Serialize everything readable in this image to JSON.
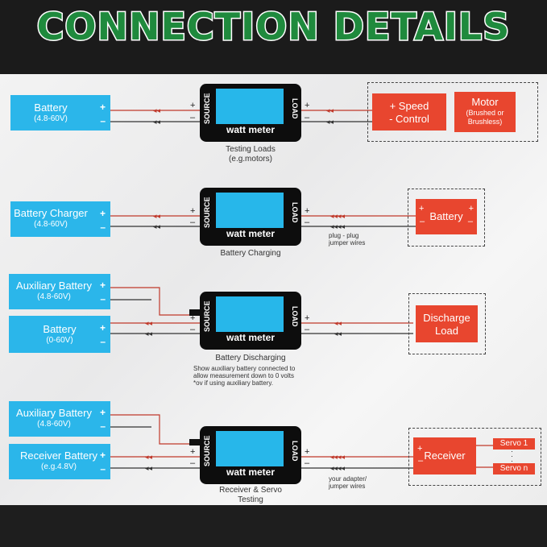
{
  "title": "CONNECTION DETAILS",
  "meter": {
    "screen_label": "watt meter",
    "source_label": "SOURCE",
    "load_label": "LOAD"
  },
  "plus": "+",
  "minus": "–",
  "section1": {
    "battery": {
      "label": "Battery",
      "sub": "(4.8-60V)"
    },
    "caption_1": "Testing Loads",
    "caption_2": "(e.g.motors)",
    "esc": {
      "line1": "+ Speed",
      "line2": "- Control"
    },
    "motor": {
      "line1": "Motor",
      "line2": "(Brushed or",
      "line3": "Brushless)"
    }
  },
  "section2": {
    "charger": {
      "label": "Battery Charger",
      "sub": "(4.8-60V)"
    },
    "caption": "Battery Charging",
    "note_1": "plug - plug",
    "note_2": "jumper wires",
    "battery": {
      "label": "Battery"
    }
  },
  "section3": {
    "aux": {
      "label": "Auxiliary Battery",
      "sub": "(4.8-60V)"
    },
    "battery": {
      "label": "Battery",
      "sub": "(0-60V)"
    },
    "caption": "Battery Discharging",
    "desc_1": "Show auxiliary battery connected to",
    "desc_2": "allow measurement down to 0 volts",
    "desc_3": "*ov if using auxiliary battery.",
    "load": {
      "line1": "Discharge",
      "line2": "Load"
    }
  },
  "section4": {
    "aux": {
      "label": "Auxiliary Battery",
      "sub": "(4.8-60V)"
    },
    "receiver_battery": {
      "label": "Receiver Battery",
      "sub": "(e.g.4.8V)"
    },
    "caption_1": "Receiver & Servo",
    "caption_2": "Testing",
    "note_1": "your adapter/",
    "note_2": "jumper wires",
    "receiver": {
      "label": "Receiver"
    },
    "servo1": "Servo 1",
    "servon": "Servo n"
  },
  "colors": {
    "title_green": "#1f8a3d",
    "blue": "#2bb6ea",
    "red": "#e8462f",
    "wire_red": "#c0392b"
  }
}
